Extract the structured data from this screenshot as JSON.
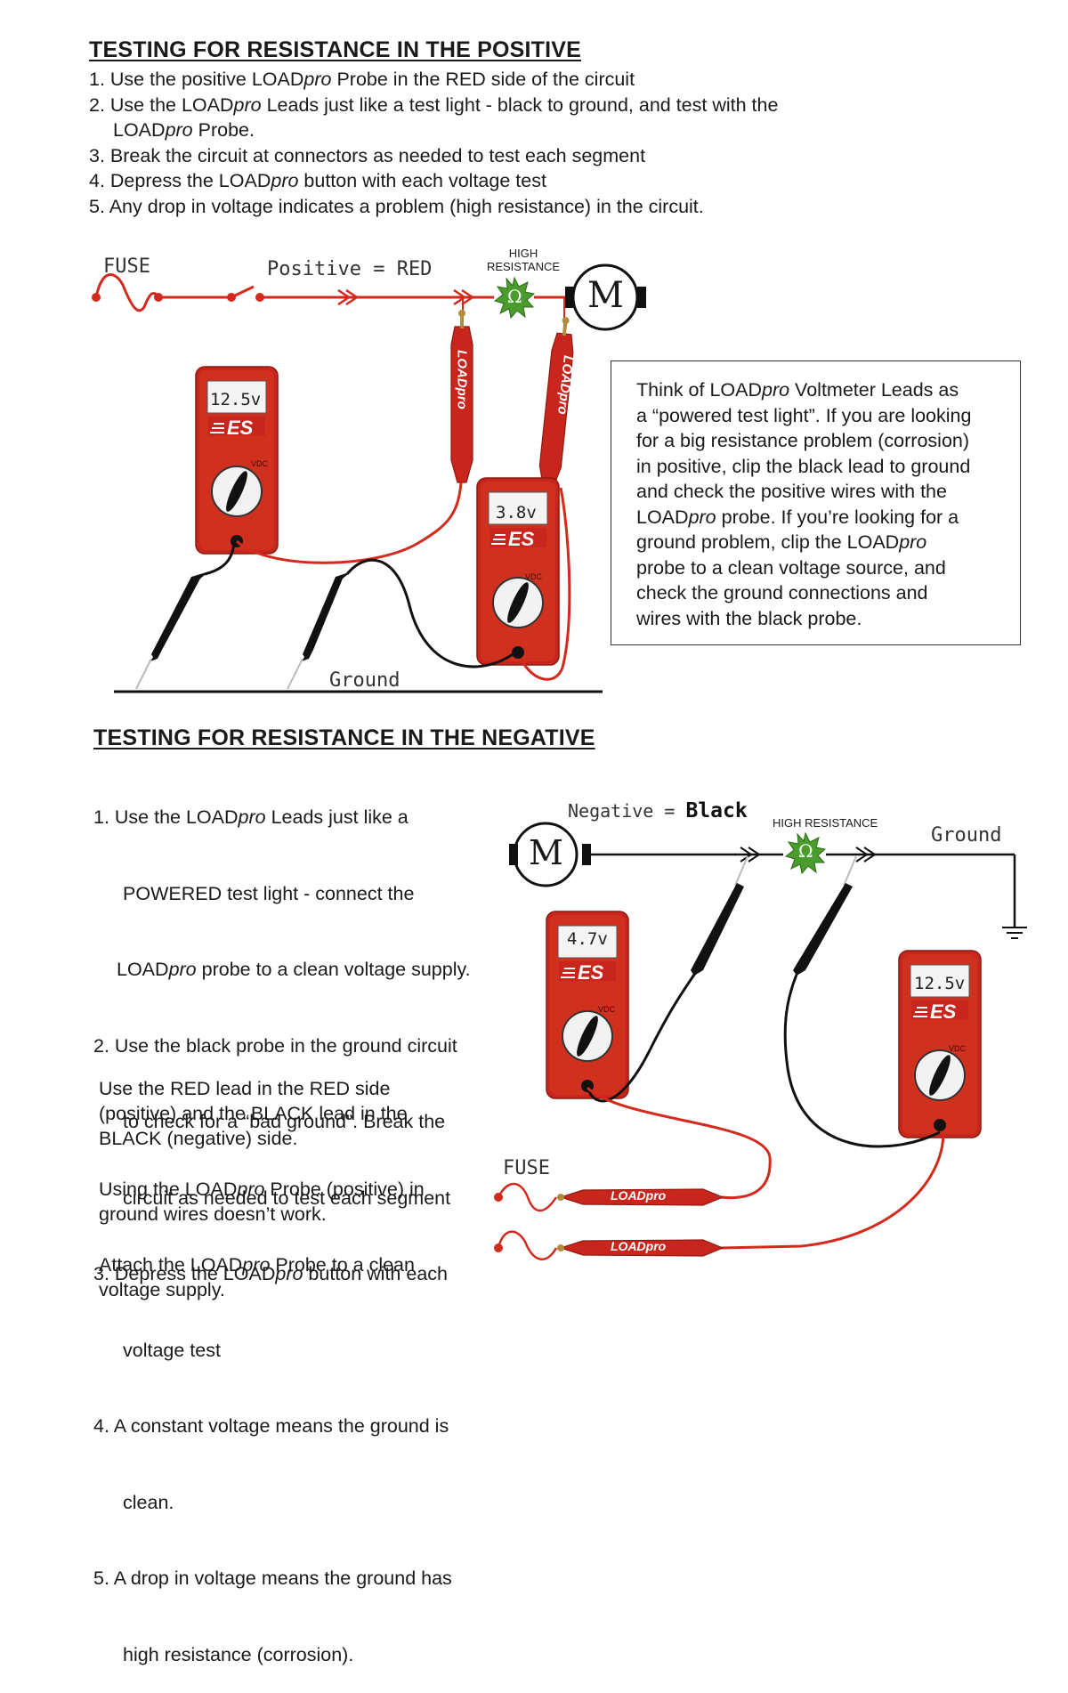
{
  "positive": {
    "heading": "TESTING FOR RESISTANCE IN THE POSITIVE",
    "steps": [
      [
        "1. Use the positive LOAD",
        "pro",
        " Probe in the RED side of the circuit"
      ],
      [
        "2. Use the LOAD",
        "pro",
        " Leads just like a test light - black to ground, and test with the"
      ],
      [
        "    LOAD",
        "pro",
        " Probe."
      ],
      [
        "3. Break the circuit at connectors as needed to test each segment",
        "",
        ""
      ],
      [
        "4. Depress the LOAD",
        "pro",
        " button with each voltage test"
      ],
      [
        "5. Any drop in voltage indicates a problem (high resistance) in the circuit.",
        "",
        ""
      ]
    ],
    "diagram": {
      "fuse_label": "FUSE",
      "wire_label": "Positive = RED",
      "resistance_label_1": "HIGH",
      "resistance_label_2": "RESISTANCE",
      "ohm_symbol": "Ω",
      "motor_symbol": "M",
      "ground_label": "Ground",
      "meter_left_reading": "12.5v",
      "meter_right_reading": "3.8v",
      "meter_brand": "ES",
      "meter_mode": "VDC",
      "probe_brand": "LOADpro"
    }
  },
  "callout": {
    "lines": [
      [
        "Think of LOAD",
        "pro",
        " Voltmeter Leads as"
      ],
      [
        "a “powered test light”. If you are looking",
        "",
        ""
      ],
      [
        "for a big resistance problem (corrosion)",
        "",
        ""
      ],
      [
        "in positive, clip the black lead to ground",
        "",
        ""
      ],
      [
        "and check the positive wires with the",
        "",
        ""
      ],
      [
        "LOAD",
        "pro",
        " probe. If you’re looking for a"
      ],
      [
        "ground problem, clip the LOAD",
        "pro",
        ""
      ],
      [
        "probe to a clean voltage source, and",
        "",
        ""
      ],
      [
        "check the ground connections and",
        "",
        ""
      ],
      [
        "wires with the black probe.",
        "",
        ""
      ]
    ]
  },
  "negative": {
    "heading": "TESTING FOR RESISTANCE IN THE NEGATIVE",
    "steps": [
      [
        "1. Use the LOAD",
        "pro",
        " Leads just like a"
      ],
      [
        "      POWERED test light - connect the",
        "",
        ""
      ],
      [
        "     LOAD",
        "pro",
        " probe to a clean voltage supply."
      ],
      [
        "2. Use the black probe in the ground circuit",
        "",
        ""
      ],
      [
        "      to check for a “bad ground”. Break the",
        "",
        ""
      ],
      [
        "      circuit as needed to test each segment",
        "",
        ""
      ],
      [
        "3. Depress the LOAD",
        "pro",
        " button with each"
      ],
      [
        "      voltage test",
        "",
        ""
      ],
      [
        "4. A constant voltage means the ground is",
        "",
        ""
      ],
      [
        "      clean.",
        "",
        ""
      ],
      [
        "5. A drop in voltage means the ground has",
        "",
        ""
      ],
      [
        "      high resistance (corrosion).",
        "",
        ""
      ]
    ],
    "notes": [
      [
        [
          "Use the RED lead in the RED side",
          "",
          ""
        ],
        [
          "(positive) and the BLACK lead in the",
          "",
          ""
        ],
        [
          "BLACK (negative) side.",
          "",
          ""
        ]
      ],
      [
        [
          "Using the LOAD",
          "pro",
          " Probe (positive) in"
        ],
        [
          "ground wires doesn’t work.",
          "",
          ""
        ]
      ],
      [
        [
          "Attach the LOAD",
          "pro",
          " Probe to a clean"
        ],
        [
          "voltage supply.",
          "",
          ""
        ]
      ]
    ],
    "diagram": {
      "wire_label_a": "Negative = ",
      "wire_label_b": "Black",
      "resistance_label": "HIGH RESISTANCE",
      "ohm_symbol": "Ω",
      "motor_symbol": "M",
      "ground_label": "Ground",
      "fuse_label": "FUSE",
      "meter_left_reading": "4.7v",
      "meter_right_reading": "12.5v",
      "meter_brand": "ES",
      "meter_mode": "VDC",
      "probe_brand": "LOADpro"
    }
  },
  "colors": {
    "red": "#d42a1e",
    "meter_red": "#c8261c",
    "dark": "#222222",
    "green": "#3f8f2a"
  }
}
